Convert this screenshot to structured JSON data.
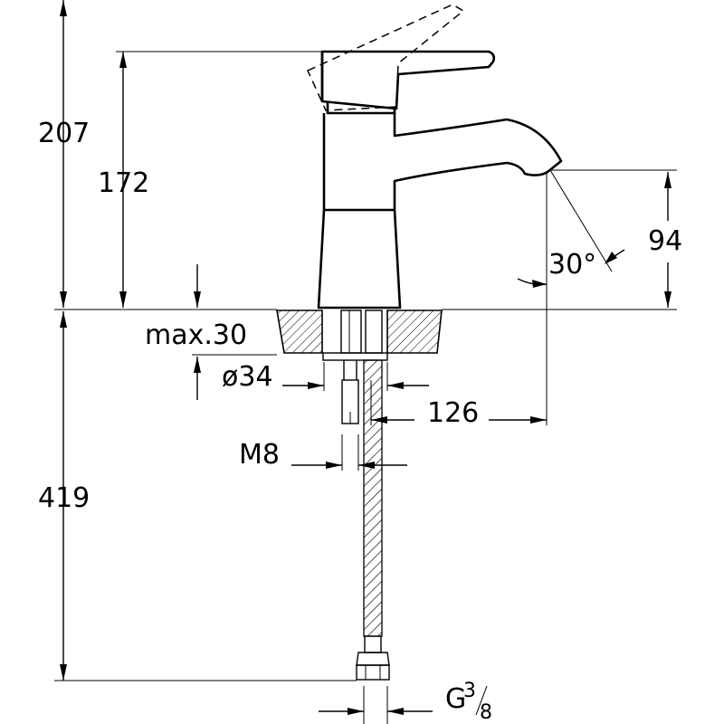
{
  "dimensions": {
    "total_height": "207",
    "lever_height": "172",
    "spout_height": "94",
    "spout_angle": "30°",
    "max_deck_thickness": "max.30",
    "mount_hole": "ø34",
    "spout_reach": "126",
    "stud_thread": "M8",
    "below_deck_length": "419",
    "connection_g": "G",
    "connection_num": "3",
    "connection_den": "8"
  }
}
